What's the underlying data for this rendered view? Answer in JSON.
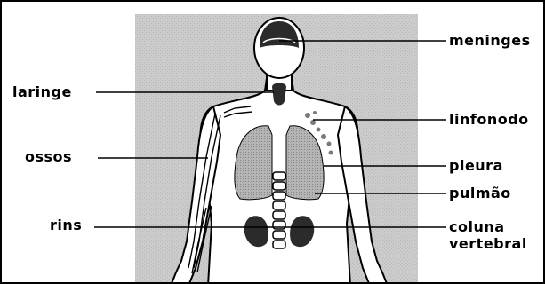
{
  "labels": {
    "meninges": "meninges",
    "laringe": "laringe",
    "linfonodo": "linfonodo",
    "ossos": "ossos",
    "pleura": "pleura",
    "pulmao": "pulmão",
    "rins": "rins",
    "coluna_line1": "coluna",
    "coluna_line2": "vertebral"
  },
  "colors": {
    "background_panel": "#c8c8c8",
    "organ_dark": "#2b2b2b",
    "lung_fill": "#a8a8a8",
    "line": "#000000"
  }
}
